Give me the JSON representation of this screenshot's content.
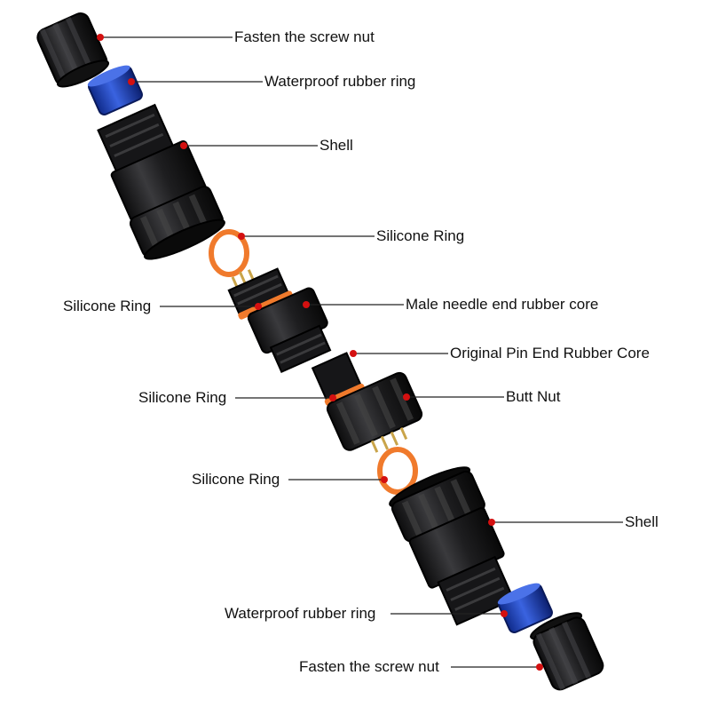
{
  "labels": {
    "top_nut": "Fasten the screw nut",
    "top_rubber": "Waterproof rubber ring",
    "top_shell": "Shell",
    "silicone_1": "Silicone Ring",
    "silicone_2": "Silicone Ring",
    "male_core": "Male needle end rubber core",
    "pin_core": "Original Pin End Rubber Core",
    "silicone_3": "Silicone Ring",
    "butt_nut": "Butt Nut",
    "silicone_4": "Silicone Ring",
    "bottom_shell": "Shell",
    "bottom_rubber": "Waterproof rubber ring",
    "bottom_nut": "Fasten the screw nut"
  },
  "colors": {
    "part_black": "#1c1c1e",
    "part_edge": "#000000",
    "rubber_blue": "#1c3fb5",
    "silicone_orange": "#f07a2c",
    "pin_gold": "#c9a44a",
    "marker_red": "#d41010",
    "leader_line": "#222222"
  }
}
